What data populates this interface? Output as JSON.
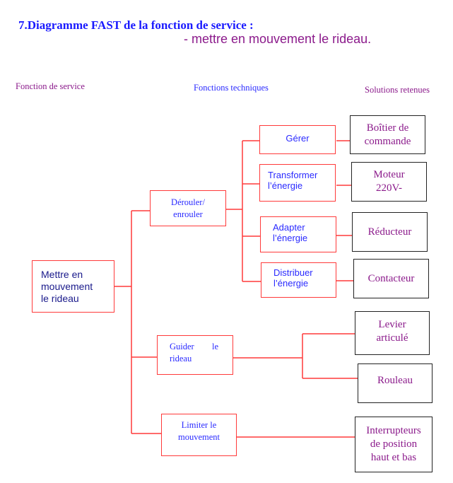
{
  "header": {
    "title": "7.Diagramme FAST de la fonction de service :",
    "subtitle": "- mettre en mouvement le rideau."
  },
  "columns": {
    "service": "Fonction de service",
    "technical": "Fonctions techniques",
    "solutions": "Solutions retenues"
  },
  "service_function": {
    "line1": "Mettre en",
    "line2": "mouvement",
    "line3": "le rideau"
  },
  "technical_functions": {
    "derouler": {
      "line1": "Dérouler/",
      "line2": "enrouler"
    },
    "gerer": "Gérer",
    "transformer": {
      "line1": "Transformer",
      "line2": "l’énergie"
    },
    "adapter": {
      "line1": "Adapter",
      "line2": "l’énergie"
    },
    "distribuer": {
      "line1": "Distribuer",
      "line2": "l’énergie"
    },
    "guider": {
      "word1": "Guider",
      "word2": "le",
      "line2": "rideau"
    },
    "limiter": {
      "line1": "Limiter le",
      "line2": "mouvement"
    }
  },
  "solutions": {
    "boitier": {
      "line1": "Boîtier de",
      "line2": "commande"
    },
    "moteur": {
      "line1": "Moteur",
      "line2": "220V-"
    },
    "reducteur": "Réducteur",
    "contacteur": "Contacteur",
    "levier": {
      "line1": "Levier",
      "line2": "articulé"
    },
    "rouleau": "Rouleau",
    "interrupteurs": {
      "line1": "Interrupteurs",
      "line2": "de position",
      "line3": "haut et bas"
    }
  },
  "colors": {
    "connector": "#ff3a3a",
    "title": "#1a1aff",
    "solution_text": "#8b1a8b"
  }
}
